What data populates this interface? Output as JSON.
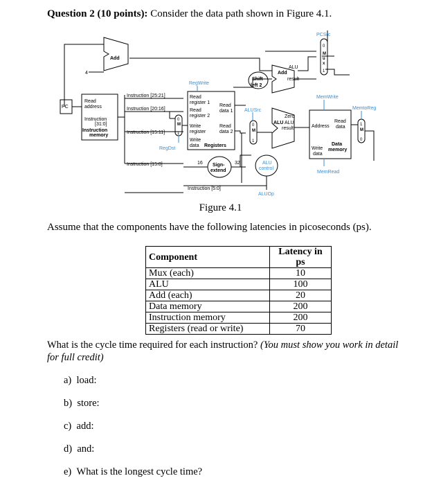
{
  "header": {
    "label": "Question 2 (10 points):",
    "text": " Consider the data path shown in Figure 4.1."
  },
  "figure": {
    "caption": "Figure 4.1",
    "labels": {
      "pcsrc": "PCSrc",
      "add_top": "Add",
      "four": "4",
      "alu_result_add": "ALU",
      "add": "Add",
      "result": "result",
      "regwrite": "RegWrite",
      "shift": "Shift",
      "left2": "left 2",
      "pc": "PC",
      "read": "Read",
      "address": "address",
      "instruction": "Instruction",
      "bits31_0": "[31:0]",
      "instruction_bold": "Instruction",
      "memory": "memory",
      "instr_25_21": "Instruction [25:21]",
      "instr_20_16": "Instruction [20:16]",
      "instr_15_11": "Instruction [15:11]",
      "instr_15_0": "Instruction [15:0]",
      "instr_5_0": "Instruction [5:0]",
      "regdst": "RegDst",
      "read_register_1a": "Read",
      "read_register_1b": "register 1",
      "read_data_1a": "Read",
      "read_data_1b": "data 1",
      "read_register_2a": "Read",
      "read_register_2b": "register 2",
      "write_register_a": "Write",
      "write_register_b": "register",
      "read_data_2a": "Read",
      "read_data_2b": "data 2",
      "write_data_a": "Write",
      "write_data_b": "data",
      "registers": "Registers",
      "alusrc": "ALUSrc",
      "zero": "Zero",
      "alu": "ALU",
      "alu_result_a": "ALU",
      "alu_result_b": "result",
      "memwrite": "MemWrite",
      "memtoreg": "MemtoReg",
      "address_dm": "Address",
      "read_dm_a": "Read",
      "read_dm_b": "data",
      "write_dm_a": "Write",
      "write_dm_b": "data",
      "data_dm_a": "Data",
      "data_dm_b": "memory",
      "memread": "MemRead",
      "sixteen": "16",
      "thirtytwo": "32",
      "sign": "Sign-",
      "extend": "extend",
      "alu_control_a": "ALU",
      "alu_control_b": "control",
      "aluop": "ALUOp",
      "mux_m": "M",
      "mux_u": "u",
      "mux_x": "x",
      "zero_digit": "0",
      "one_digit": "1"
    }
  },
  "assume_text": "Assume that the components have the following latencies in picoseconds (ps).",
  "table": {
    "header": [
      "Component",
      "Latency in ps"
    ],
    "rows": [
      [
        "Mux (each)",
        "10"
      ],
      [
        "ALU",
        "100"
      ],
      [
        "Add (each)",
        "20"
      ],
      [
        "Data memory",
        "200"
      ],
      [
        "Instruction memory",
        "200"
      ],
      [
        "Registers (read or write)",
        "70"
      ]
    ]
  },
  "question": {
    "text": "What is the cycle time required for each instruction? ",
    "note": "(You must show you work in detail for full credit)"
  },
  "subquestions": [
    {
      "letter": "a)",
      "text": "load:"
    },
    {
      "letter": "b)",
      "text": "store:"
    },
    {
      "letter": "c)",
      "text": "add:"
    },
    {
      "letter": "d)",
      "text": "and:"
    },
    {
      "letter": "e)",
      "text": "What is the longest cycle time?"
    }
  ],
  "colors": {
    "control": "#3a8fd6",
    "line": "#000000"
  }
}
